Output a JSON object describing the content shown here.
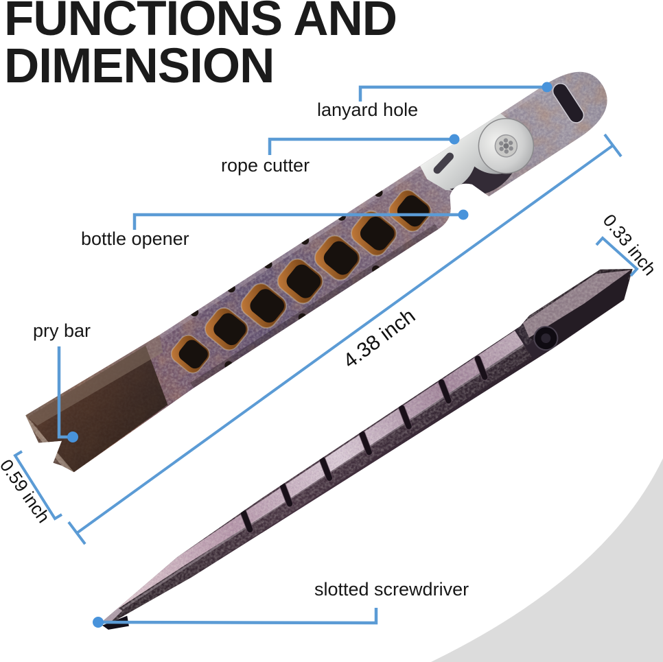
{
  "title": {
    "line1": "FUNCTIONS AND",
    "line2": "DIMENSION"
  },
  "labels": {
    "lanyard_hole": "lanyard hole",
    "rope_cutter": "rope cutter",
    "bottle_opener": "bottle opener",
    "pry_bar": "pry bar",
    "slotted_screwdriver": "slotted screwdriver"
  },
  "dimensions": {
    "overall_length": "4.38 inch",
    "tip_width": "0.33 inch",
    "pry_width": "0.59 inch"
  },
  "colors": {
    "callout_blue": "#5b9bd5",
    "dot_blue": "#4893db",
    "title_black": "#1b1b1b",
    "corner_gray": "#dcdcdc"
  }
}
